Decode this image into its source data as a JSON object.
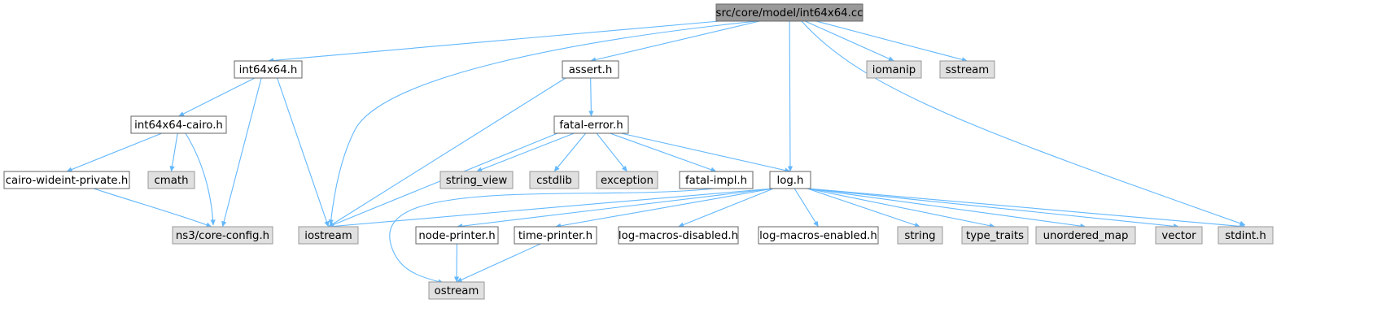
{
  "graph": {
    "root": "src/core/model/int64x64.cc",
    "nodes": [
      {
        "id": "root",
        "label": "src/core/model/int64x64.cc",
        "kind": "root"
      },
      {
        "id": "int64x64h",
        "label": "int64x64.h",
        "kind": "documented"
      },
      {
        "id": "asserth",
        "label": "assert.h",
        "kind": "documented"
      },
      {
        "id": "iomanip",
        "label": "iomanip",
        "kind": "external"
      },
      {
        "id": "sstream",
        "label": "sstream",
        "kind": "external"
      },
      {
        "id": "cairoh",
        "label": "int64x64-cairo.h",
        "kind": "documented"
      },
      {
        "id": "fatalerror",
        "label": "fatal-error.h",
        "kind": "documented"
      },
      {
        "id": "wideint",
        "label": "cairo-wideint-private.h",
        "kind": "documented"
      },
      {
        "id": "cmath",
        "label": "cmath",
        "kind": "external"
      },
      {
        "id": "stringview",
        "label": "string_view",
        "kind": "external"
      },
      {
        "id": "cstdlib",
        "label": "cstdlib",
        "kind": "external"
      },
      {
        "id": "exception",
        "label": "exception",
        "kind": "external"
      },
      {
        "id": "fatalimpl",
        "label": "fatal-impl.h",
        "kind": "documented"
      },
      {
        "id": "logh",
        "label": "log.h",
        "kind": "documented"
      },
      {
        "id": "coreconfig",
        "label": "ns3/core-config.h",
        "kind": "external"
      },
      {
        "id": "iostream",
        "label": "iostream",
        "kind": "external"
      },
      {
        "id": "nodeprinter",
        "label": "node-printer.h",
        "kind": "documented"
      },
      {
        "id": "timeprinter",
        "label": "time-printer.h",
        "kind": "documented"
      },
      {
        "id": "macrosdisabled",
        "label": "log-macros-disabled.h",
        "kind": "documented"
      },
      {
        "id": "macrosenabled",
        "label": "log-macros-enabled.h",
        "kind": "documented"
      },
      {
        "id": "string",
        "label": "string",
        "kind": "external"
      },
      {
        "id": "typetraits",
        "label": "type_traits",
        "kind": "external"
      },
      {
        "id": "unorderedmap",
        "label": "unordered_map",
        "kind": "external"
      },
      {
        "id": "vector",
        "label": "vector",
        "kind": "external"
      },
      {
        "id": "stdint",
        "label": "stdint.h",
        "kind": "external"
      },
      {
        "id": "ostream",
        "label": "ostream",
        "kind": "external"
      }
    ],
    "edges": [
      {
        "from": "root",
        "to": "int64x64h"
      },
      {
        "from": "root",
        "to": "asserth"
      },
      {
        "from": "root",
        "to": "iostream"
      },
      {
        "from": "root",
        "to": "logh"
      },
      {
        "from": "root",
        "to": "iomanip"
      },
      {
        "from": "root",
        "to": "sstream"
      },
      {
        "from": "root",
        "to": "stdint"
      },
      {
        "from": "int64x64h",
        "to": "cairoh"
      },
      {
        "from": "int64x64h",
        "to": "coreconfig"
      },
      {
        "from": "int64x64h",
        "to": "iostream"
      },
      {
        "from": "asserth",
        "to": "fatalerror"
      },
      {
        "from": "asserth",
        "to": "iostream"
      },
      {
        "from": "cairoh",
        "to": "wideint"
      },
      {
        "from": "cairoh",
        "to": "cmath"
      },
      {
        "from": "cairoh",
        "to": "coreconfig"
      },
      {
        "from": "wideint",
        "to": "coreconfig"
      },
      {
        "from": "fatalerror",
        "to": "iostream"
      },
      {
        "from": "fatalerror",
        "to": "stringview"
      },
      {
        "from": "fatalerror",
        "to": "cstdlib"
      },
      {
        "from": "fatalerror",
        "to": "exception"
      },
      {
        "from": "fatalerror",
        "to": "fatalimpl"
      },
      {
        "from": "fatalerror",
        "to": "logh"
      },
      {
        "from": "fatalimpl",
        "to": "ostream"
      },
      {
        "from": "logh",
        "to": "iostream"
      },
      {
        "from": "logh",
        "to": "nodeprinter"
      },
      {
        "from": "logh",
        "to": "timeprinter"
      },
      {
        "from": "logh",
        "to": "macrosdisabled"
      },
      {
        "from": "logh",
        "to": "macrosenabled"
      },
      {
        "from": "logh",
        "to": "string"
      },
      {
        "from": "logh",
        "to": "typetraits"
      },
      {
        "from": "logh",
        "to": "unorderedmap"
      },
      {
        "from": "logh",
        "to": "vector"
      },
      {
        "from": "logh",
        "to": "stdint"
      },
      {
        "from": "nodeprinter",
        "to": "ostream"
      },
      {
        "from": "timeprinter",
        "to": "ostream"
      }
    ]
  },
  "colors": {
    "edge": "#63b8ff",
    "root_fill": "#999999",
    "root_stroke": "#666666",
    "documented_fill": "#ffffff",
    "documented_stroke": "#666666",
    "external_fill": "#e0e0e0",
    "external_stroke": "#999999",
    "text": "#000000"
  }
}
